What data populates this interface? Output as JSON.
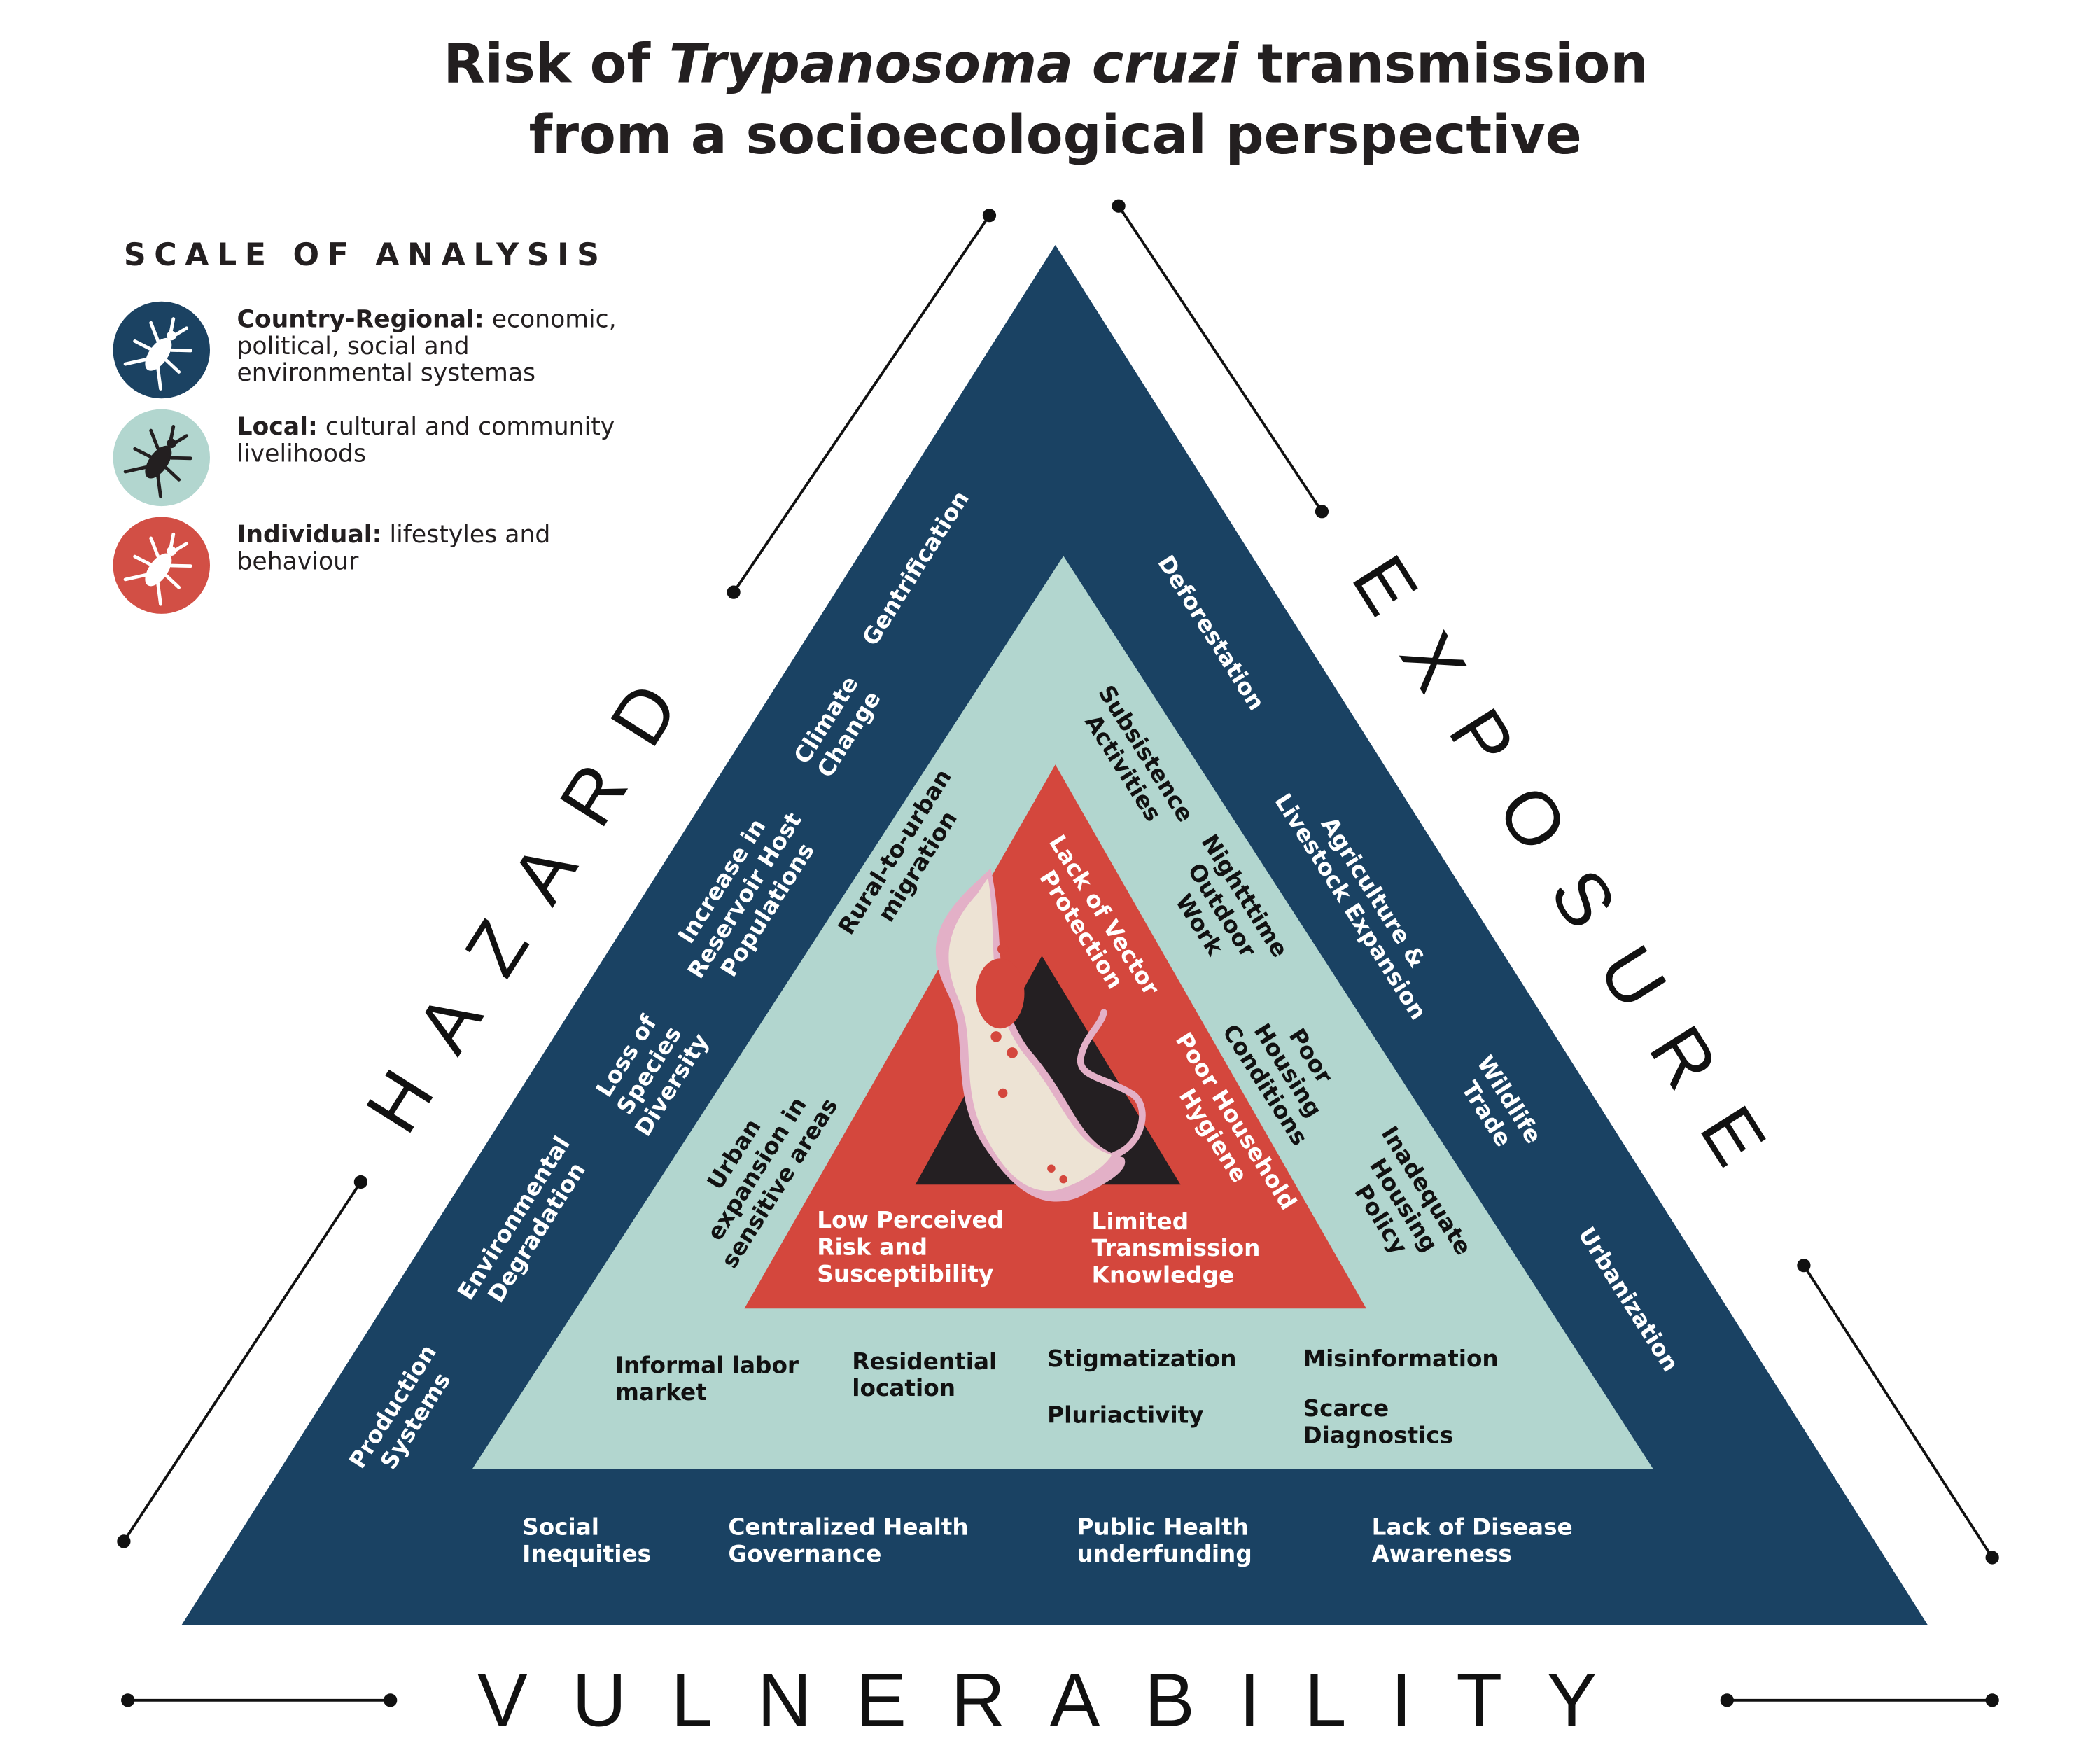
{
  "title": {
    "line1_pre": "Risk of ",
    "line1_italic": "Trypanosoma cruzi",
    "line1_post": " transmission",
    "line2": "from a socioecological perspective"
  },
  "legend": {
    "heading": "SCALE OF ANALYSIS",
    "items": [
      {
        "bold": "Country-Regional:",
        "rest": " economic,",
        "lines": [
          "political, social and",
          "environmental systemas"
        ],
        "color": "#1b4262",
        "icon_color": "#ffffff"
      },
      {
        "bold": "Local:",
        "rest": " cultural and community",
        "lines": [
          "livelihoods"
        ],
        "color": "#b2d6cf",
        "icon_color": "#231f20"
      },
      {
        "bold": "Individual:",
        "rest": " lifestyles and",
        "lines": [
          "behaviour"
        ],
        "color": "#d24f45",
        "icon_color": "#ffffff"
      }
    ]
  },
  "sides": {
    "hazard": "HAZARD",
    "exposure": "EXPOSURE",
    "vulnerability": "VULNERABILITY"
  },
  "colors": {
    "country": "#1a4263",
    "local": "#b2d6cf",
    "individual": "#d4473d",
    "core": "#241f22",
    "text_dark": "#231f20"
  },
  "labels": {
    "gentrification": [
      "Gentrification"
    ],
    "climate": [
      "Climate",
      "Change"
    ],
    "reservoir": [
      "Increase in",
      "Reservoir Host",
      "Populations"
    ],
    "species": [
      "Loss of",
      "Species",
      "Diversity"
    ],
    "envdeg": [
      "Environmental",
      "Degradation"
    ],
    "production": [
      "Production",
      "Systems"
    ],
    "rural": [
      "Rural-to-urban",
      "migration"
    ],
    "urban": [
      "Urban",
      "expansion in",
      "sensitive areas"
    ],
    "deforestation": [
      "Deforestation"
    ],
    "agriculture": [
      "Agriculture &",
      "Livestock Expansion"
    ],
    "wildlife": [
      "Wildlife",
      "Trade"
    ],
    "urbanization": [
      "Urbanization"
    ],
    "subsistence": [
      "Subsistence",
      "Activities"
    ],
    "nighttime": [
      "Nightttime",
      "Outdoor",
      "Work"
    ],
    "housing": [
      "Poor",
      "Housing",
      "Conditions"
    ],
    "policy": [
      "Inadequate",
      "Housing",
      "Policy"
    ],
    "vector": [
      "Lack of Vector",
      "Protection"
    ],
    "hygiene": [
      "Poor Household",
      "Hygiene"
    ],
    "lowrisk": [
      "Low Perceived",
      "Risk and",
      "Susceptibility"
    ],
    "limited": [
      "Limited",
      "Transmission",
      "Knowledge"
    ],
    "informal": [
      "Informal labor",
      "market"
    ],
    "residential": [
      "Residential",
      "location"
    ],
    "stigma": [
      "Stigmatization"
    ],
    "pluri": [
      "Pluriactivity"
    ],
    "misinfo": [
      "Misinformation"
    ],
    "scarce": [
      "Scarce",
      "Diagnostics"
    ],
    "social": [
      "Social",
      "Inequities"
    ],
    "centralized": [
      "Centralized Health",
      "Governance"
    ],
    "public": [
      "Public Health",
      "underfunding"
    ],
    "lack": [
      "Lack of Disease",
      "Awareness"
    ]
  }
}
